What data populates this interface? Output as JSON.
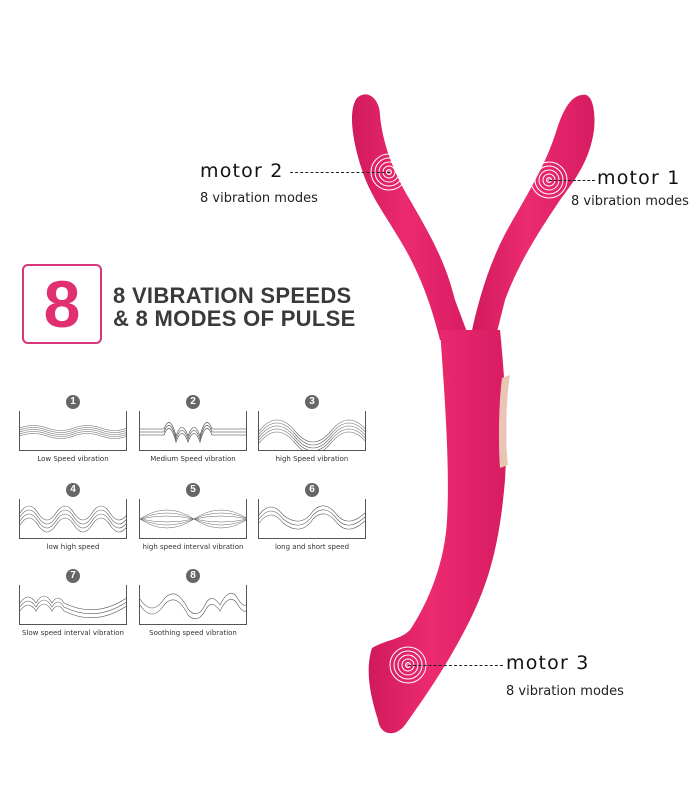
{
  "colors": {
    "product_pink": "#e8236a",
    "product_shadow": "#c81656",
    "badge_pink": "#e0306f",
    "button_beige": "#e9c6b4",
    "headline_gray": "#3a3a3a"
  },
  "badge": {
    "number": "8"
  },
  "headline": {
    "line1": "8 VIBRATION SPEEDS",
    "line2": "& 8 MODES OF PULSE"
  },
  "motors": [
    {
      "title": "motor 2",
      "subtitle": "8 vibration modes",
      "icon": "concentric-circles-icon"
    },
    {
      "title": "motor 1",
      "subtitle": "8 vibration modes",
      "icon": "concentric-circles-icon"
    },
    {
      "title": "motor 3",
      "subtitle": "8 vibration modes",
      "icon": "concentric-circles-icon"
    }
  ],
  "modes": [
    {
      "num": "1",
      "label": "Low Speed vibration"
    },
    {
      "num": "2",
      "label": "Medium Speed vibration"
    },
    {
      "num": "3",
      "label": "high Speed vibration"
    },
    {
      "num": "4",
      "label": "low high speed"
    },
    {
      "num": "5",
      "label": "high speed interval vibration"
    },
    {
      "num": "6",
      "label": "long and short speed"
    },
    {
      "num": "7",
      "label": "Slow speed interval vibration"
    },
    {
      "num": "8",
      "label": "Soothing speed vibration"
    }
  ]
}
